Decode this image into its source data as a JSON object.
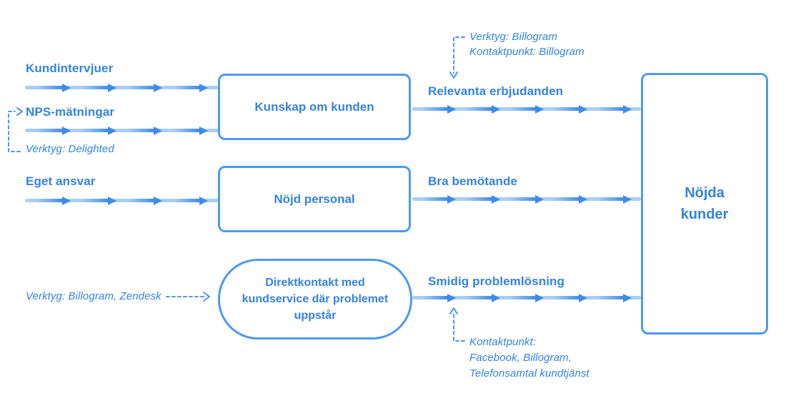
{
  "diagram": {
    "labels": {
      "kundintervjuer": "Kundintervjuer",
      "nps_matningar": "NPS-mätningar",
      "eget_ansvar": "Eget ansvar",
      "relevanta_erbjudanden": "Relevanta erbjudanden",
      "bra_bemotande": "Bra bemötande",
      "smidig_problemlosning": "Smidig problemlösning"
    },
    "boxes": {
      "kunskap_om_kunden": "Kunskap om kunden",
      "nojd_personal": "Nöjd personal",
      "direktkontakt": "Direktkontakt med kundservice där problemet uppstår",
      "nojda_kunder": "Nöjda kunder"
    },
    "annotations": {
      "verktyg_billogram": "Verktyg: Billogram",
      "kontaktpunkt_billogram": "Kontaktpunkt: Billogram",
      "verktyg_delighted": "Verktyg: Delighted",
      "verktyg_billogram_zendesk": "Verktyg: Billogram, Zendesk",
      "kontaktpunkt_line1": "Kontaktpunkt:",
      "kontaktpunkt_line2": "Facebook, Billogram,",
      "kontaktpunkt_line3": "Telefonsamtal kundtjänst"
    },
    "colors": {
      "text": "#3283E3",
      "border": "#4D9AEF",
      "line_light": "#A9CEF5",
      "arrow": "#3E8BEA",
      "dashed": "#4D97EC",
      "background": "#FFFFFF"
    }
  }
}
